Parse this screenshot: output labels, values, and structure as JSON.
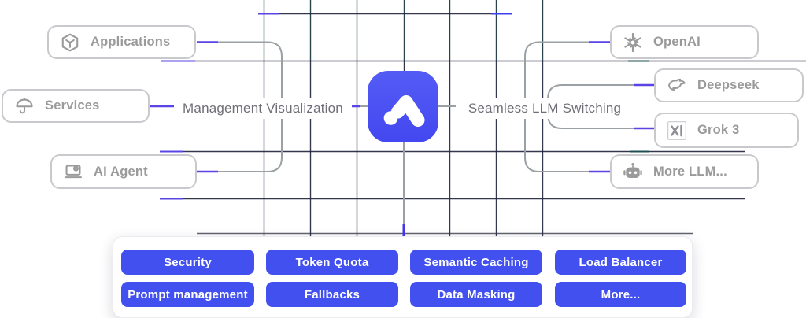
{
  "colors": {
    "accent_blue_icon": "#4b52f3",
    "button_blue": "#4150ee",
    "connector_purple": "#5a44e6",
    "connector_blue": "#4338ee",
    "connector_gray": "#9aa0a4",
    "node_border": "#c9c9cd",
    "node_text": "#9a9a9a",
    "flow_label_text": "#6e6e76",
    "grid_teal": "#16343c",
    "grid_navy": "#23273f"
  },
  "center": {
    "icon": "gateway-logo"
  },
  "flow_labels": {
    "left": "Management Visualization",
    "right": "Seamless LLM Switching"
  },
  "left_nodes": [
    {
      "label": "Applications",
      "icon": "package-icon"
    },
    {
      "label": "Services",
      "icon": "umbrella-icon"
    },
    {
      "label": "AI Agent",
      "icon": "agent-laptop-icon"
    }
  ],
  "right_nodes": [
    {
      "label": "OpenAI",
      "icon": "openai-icon"
    },
    {
      "label": "Deepseek",
      "icon": "deepseek-whale-icon"
    },
    {
      "label": "Grok 3",
      "icon": "xai-icon"
    },
    {
      "label": "More LLM...",
      "icon": "robot-icon"
    }
  ],
  "feature_buttons": [
    {
      "label": "Security"
    },
    {
      "label": "Token Quota"
    },
    {
      "label": "Semantic Caching"
    },
    {
      "label": "Load Balancer"
    },
    {
      "label": "Prompt management"
    },
    {
      "label": "Fallbacks"
    },
    {
      "label": "Data Masking"
    },
    {
      "label": "More..."
    }
  ]
}
